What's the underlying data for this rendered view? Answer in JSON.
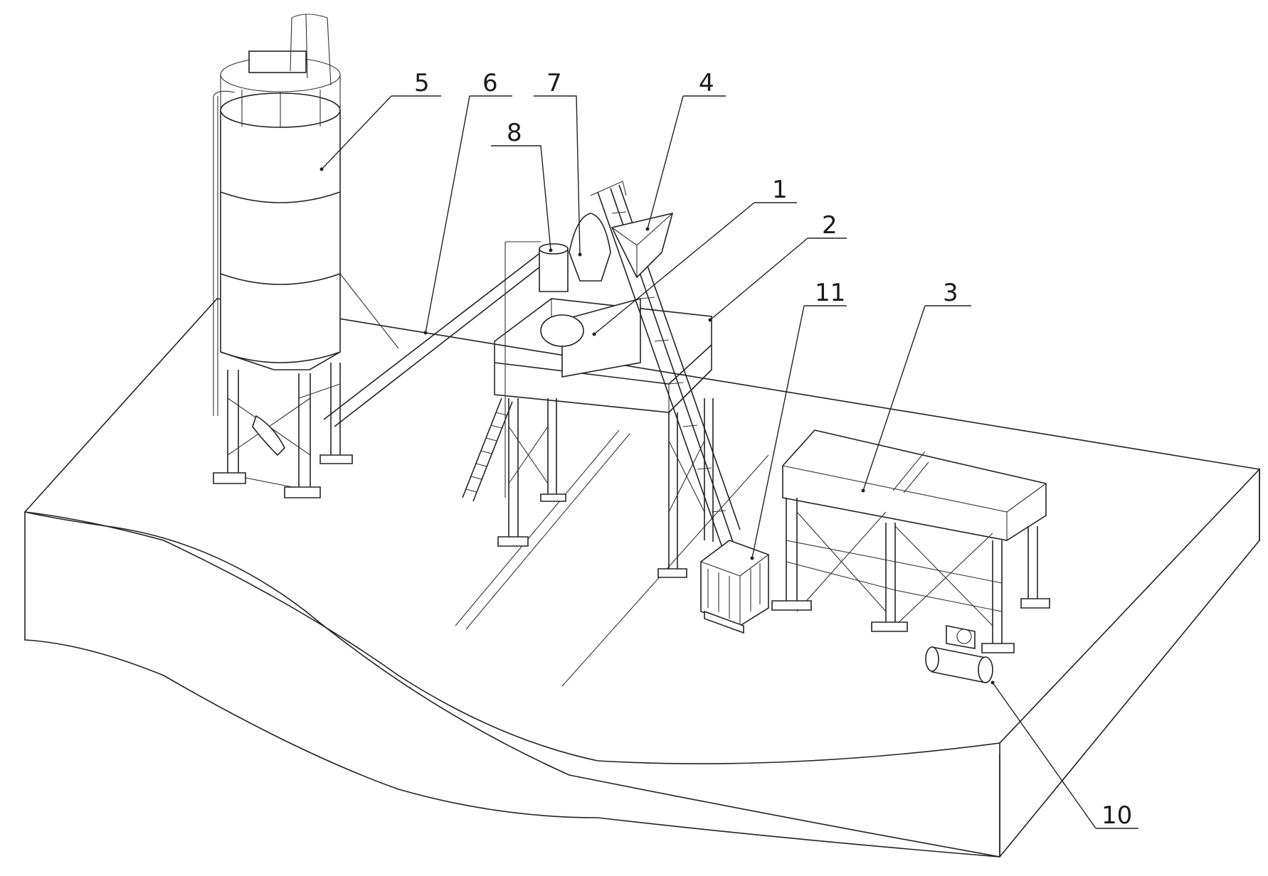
{
  "figure": {
    "background": "#ffffff",
    "line_color": "#222222",
    "callouts": [
      {
        "id": "c1",
        "text": "1"
      },
      {
        "id": "c2",
        "text": "2"
      },
      {
        "id": "c3",
        "text": "3"
      },
      {
        "id": "c4",
        "text": "4"
      },
      {
        "id": "c5",
        "text": "5"
      },
      {
        "id": "c6",
        "text": "6"
      },
      {
        "id": "c7",
        "text": "7"
      },
      {
        "id": "c8",
        "text": "8"
      },
      {
        "id": "c10",
        "text": "10"
      },
      {
        "id": "c11",
        "text": "11"
      }
    ]
  }
}
